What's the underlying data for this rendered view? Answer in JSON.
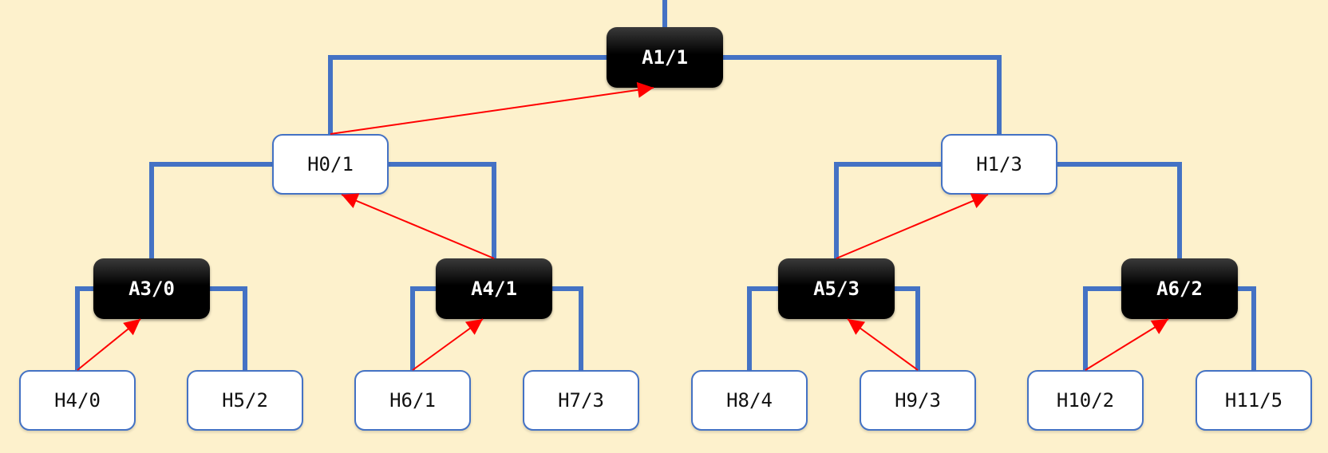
{
  "colors": {
    "background": "#fdf1cc",
    "tree_edge": "#4472c4",
    "arrow": "#ff0000",
    "dark_node": "#000000",
    "light_node": "#ffffff"
  },
  "nodes": [
    {
      "id": "A1",
      "label": "A1/1",
      "kind": "dark"
    },
    {
      "id": "H0",
      "label": "H0/1",
      "kind": "light"
    },
    {
      "id": "H1",
      "label": "H1/3",
      "kind": "light"
    },
    {
      "id": "A3",
      "label": "A3/0",
      "kind": "dark"
    },
    {
      "id": "A4",
      "label": "A4/1",
      "kind": "dark"
    },
    {
      "id": "A5",
      "label": "A5/3",
      "kind": "dark"
    },
    {
      "id": "A6",
      "label": "A6/2",
      "kind": "dark"
    },
    {
      "id": "H4",
      "label": "H4/0",
      "kind": "light"
    },
    {
      "id": "H5",
      "label": "H5/2",
      "kind": "light"
    },
    {
      "id": "H6",
      "label": "H6/1",
      "kind": "light"
    },
    {
      "id": "H7",
      "label": "H7/3",
      "kind": "light"
    },
    {
      "id": "H8",
      "label": "H8/4",
      "kind": "light"
    },
    {
      "id": "H9",
      "label": "H9/3",
      "kind": "light"
    },
    {
      "id": "H10",
      "label": "H10/2",
      "kind": "light"
    },
    {
      "id": "H11",
      "label": "H11/5",
      "kind": "light"
    }
  ],
  "tree_edges": [
    {
      "parent": "A1",
      "children": [
        "H0",
        "H1"
      ]
    },
    {
      "parent": "H0",
      "children": [
        "A3",
        "A4"
      ]
    },
    {
      "parent": "H1",
      "children": [
        "A5",
        "A6"
      ]
    },
    {
      "parent": "A3",
      "children": [
        "H4",
        "H5"
      ]
    },
    {
      "parent": "A4",
      "children": [
        "H6",
        "H7"
      ]
    },
    {
      "parent": "A5",
      "children": [
        "H8",
        "H9"
      ]
    },
    {
      "parent": "A6",
      "children": [
        "H10",
        "H11"
      ]
    }
  ],
  "arrows": [
    {
      "from": "H0",
      "to": "A1"
    },
    {
      "from": "A4",
      "to": "H0"
    },
    {
      "from": "A5",
      "to": "H1"
    },
    {
      "from": "H4",
      "to": "A3"
    },
    {
      "from": "H6",
      "to": "A4"
    },
    {
      "from": "H9",
      "to": "A5"
    },
    {
      "from": "H10",
      "to": "A6"
    }
  ]
}
